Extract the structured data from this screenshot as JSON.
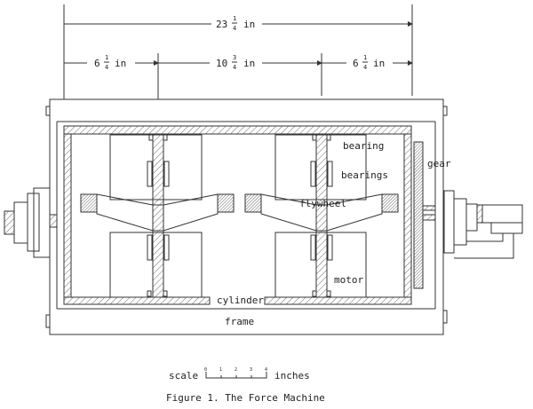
{
  "dimensions": {
    "overall": {
      "whole": "23",
      "num": "1",
      "den": "4",
      "unit": "in"
    },
    "left": {
      "whole": "6",
      "num": "1",
      "den": "4",
      "unit": "in"
    },
    "middle": {
      "whole": "10",
      "num": "3",
      "den": "4",
      "unit": "in"
    },
    "right": {
      "whole": "6",
      "num": "1",
      "den": "4",
      "unit": "in"
    }
  },
  "labels": {
    "bearing": "bearing",
    "bearings": "bearings",
    "gear": "gear",
    "flywheel": "flywheel",
    "motor": "motor",
    "cylinder": "cylinder",
    "frame": "frame"
  },
  "scale": {
    "label": "scale",
    "ticks": [
      "0",
      "1",
      "2",
      "3",
      "4"
    ],
    "unit": "inches"
  },
  "caption": "Figure 1. The Force Machine"
}
